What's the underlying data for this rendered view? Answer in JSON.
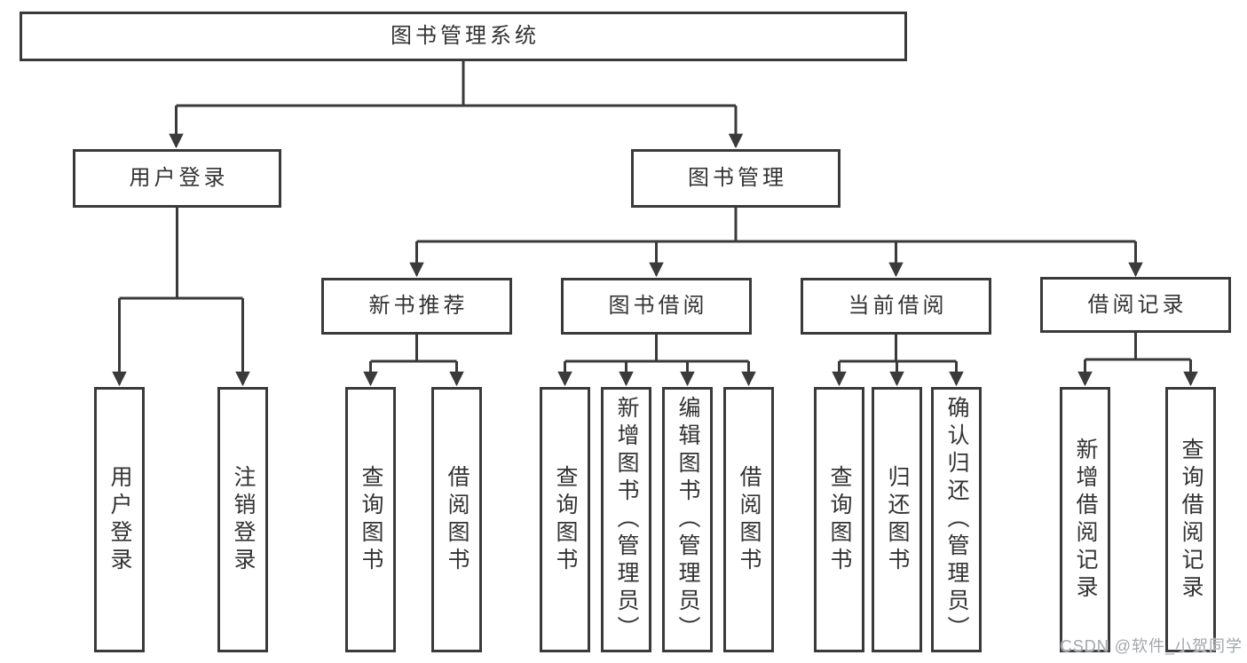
{
  "diagram_type": "hierarchy-chart",
  "nodes": {
    "root": {
      "label": "图书管理系统"
    },
    "user_login": {
      "label": "用户登录"
    },
    "book_mgmt": {
      "label": "图书管理"
    },
    "new_book_rec": {
      "label": "新书推荐"
    },
    "book_borrow": {
      "label": "图书借阅"
    },
    "current_borrow": {
      "label": "当前借阅"
    },
    "borrow_record": {
      "label": "借阅记录"
    },
    "leaf_user_login": {
      "label": "用户登录"
    },
    "leaf_logout": {
      "label": "注销登录"
    },
    "leaf_nbr_query": {
      "label": "查询图书"
    },
    "leaf_nbr_borrow": {
      "label": "借阅图书"
    },
    "leaf_bb_query": {
      "label": "查询图书"
    },
    "leaf_bb_add": {
      "label": "新增图书（管理员）"
    },
    "leaf_bb_edit": {
      "label": "编辑图书（管理员）"
    },
    "leaf_bb_borrow": {
      "label": "借阅图书"
    },
    "leaf_cb_query": {
      "label": "查询图书"
    },
    "leaf_cb_return": {
      "label": "归还图书"
    },
    "leaf_cb_confirm": {
      "label": "确认归还（管理员）"
    },
    "leaf_br_add": {
      "label": "新增借阅记录"
    },
    "leaf_br_query": {
      "label": "查询借阅记录"
    }
  },
  "hierarchy": {
    "root": [
      "user_login",
      "book_mgmt"
    ],
    "user_login": [
      "leaf_user_login",
      "leaf_logout"
    ],
    "book_mgmt": [
      "new_book_rec",
      "book_borrow",
      "current_borrow",
      "borrow_record"
    ],
    "new_book_rec": [
      "leaf_nbr_query",
      "leaf_nbr_borrow"
    ],
    "book_borrow": [
      "leaf_bb_query",
      "leaf_bb_add",
      "leaf_bb_edit",
      "leaf_bb_borrow"
    ],
    "current_borrow": [
      "leaf_cb_query",
      "leaf_cb_return",
      "leaf_cb_confirm"
    ],
    "borrow_record": [
      "leaf_br_add",
      "leaf_br_query"
    ]
  },
  "watermark": {
    "text": "CSDN @软件_小贺同学",
    "color": "#a3a7ab"
  },
  "colors": {
    "line": "#3a3a3a",
    "box_border": "#3a3a3a",
    "box_fill": "#ffffff",
    "text": "#333333",
    "background": "#ffffff"
  }
}
